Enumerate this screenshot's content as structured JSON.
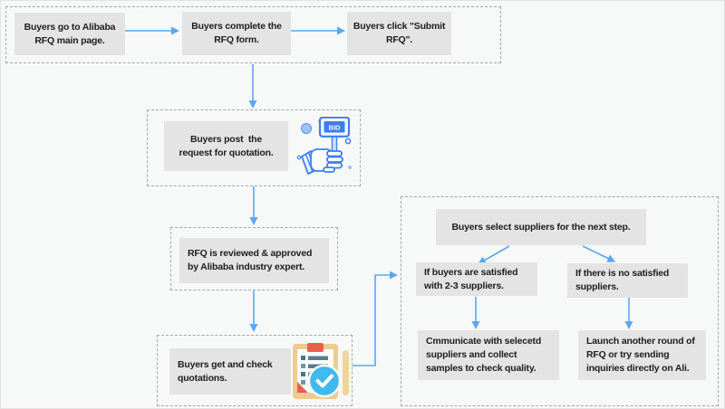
{
  "title": "Alibaba RFQ process flowchart",
  "colors": {
    "background": "#f7f8f8",
    "node_background": "#e4e4e4",
    "dashed_border": "#a7a7a7",
    "arrow_blue": "#5aa7f3",
    "text": "#1d1d1d",
    "icon_blue": "#3c7ef0",
    "icon_light_blue": "#9ec2f7",
    "clipboard_tan": "#eecb92",
    "clip_red": "#e8604c",
    "list_slate": "#567d92",
    "check_circle_blue": "#3fbaec"
  },
  "flow": {
    "top_row": {
      "steps": [
        {
          "label": "Buyers go to Alibaba\nRFQ main page."
        },
        {
          "label": "Buyers complete the\nRFQ form."
        },
        {
          "label": "Buyers click \"Submit\nRFQ\"."
        }
      ]
    },
    "post_request": {
      "label": "Buyers post  the\nrequest for quotation.",
      "icon": "bid-hand-icon",
      "bid_sign_text": "BID"
    },
    "review": {
      "label": "RFQ is reviewed & approved\nby Alibaba industry expert."
    },
    "get_quotations": {
      "label": "Buyers get and check\nquotations.",
      "icon": "clipboard-check-icon"
    },
    "selection": {
      "header": "Buyers select suppliers for the next step.",
      "branches": [
        {
          "condition": "If buyers are satisfied\nwith 2-3 suppliers.",
          "action": "Cmmunicate with selecetd\nsuppliers and collect\nsamples to check quality."
        },
        {
          "condition": "If there is no satisfied\nsuppliers.",
          "action": "Launch another round of\nRFQ or try sending\ninquiries directly on Ali."
        }
      ]
    }
  }
}
